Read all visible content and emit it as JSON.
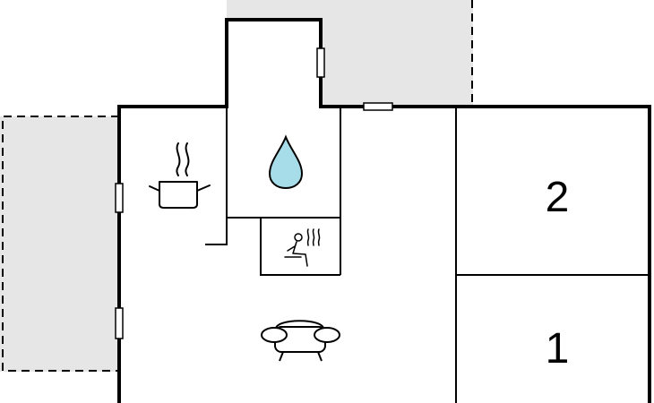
{
  "floorplan": {
    "rooms": [
      {
        "id": "bedroom-2",
        "label": "2"
      },
      {
        "id": "bedroom-1",
        "label": "1"
      }
    ],
    "icons": [
      {
        "id": "kitchen",
        "icon": "cooking-pot-icon"
      },
      {
        "id": "bathroom",
        "icon": "water-drop-icon"
      },
      {
        "id": "sauna",
        "icon": "sauna-icon"
      },
      {
        "id": "living-room",
        "icon": "sofa-icon"
      }
    ],
    "colors": {
      "wall": "#000000",
      "terrace": "#e6e6e6",
      "water": "#a6dde8"
    }
  }
}
